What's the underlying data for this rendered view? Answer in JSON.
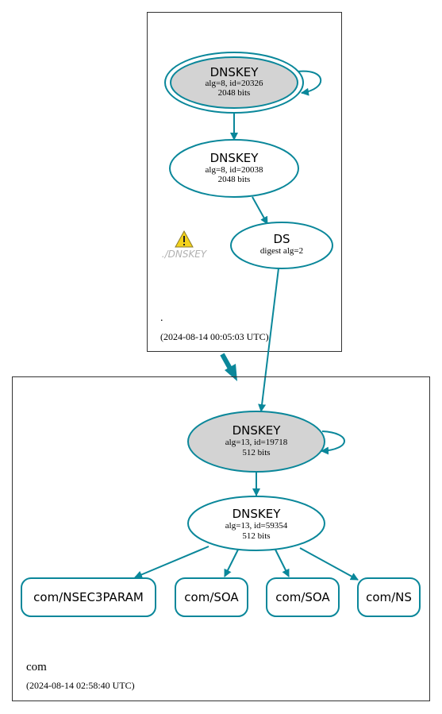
{
  "colors": {
    "edge": "#0a879a",
    "key_fill_ksk": "#d3d3d3",
    "node_fill": "#ffffff",
    "zone_border": "#333333",
    "warning_yellow": "#f3d21c",
    "warning_text": "#b0b0b0"
  },
  "root_zone": {
    "name": ".",
    "timestamp": "(2024-08-14 00:05:03 UTC)",
    "ksk": {
      "title": "DNSKEY",
      "line1": "alg=8, id=20326",
      "line2": "2048 bits"
    },
    "zsk": {
      "title": "DNSKEY",
      "line1": "alg=8, id=20038",
      "line2": "2048 bits"
    },
    "ds": {
      "title": "DS",
      "line1": "digest alg=2"
    },
    "warning": {
      "icon": "warning-triangle-icon",
      "label": "./DNSKEY"
    }
  },
  "com_zone": {
    "name": "com",
    "timestamp": "(2024-08-14 02:58:40 UTC)",
    "ksk": {
      "title": "DNSKEY",
      "line1": "alg=13, id=19718",
      "line2": "512 bits"
    },
    "zsk": {
      "title": "DNSKEY",
      "line1": "alg=13, id=59354",
      "line2": "512 bits"
    },
    "records": [
      "com/NSEC3PARAM",
      "com/SOA",
      "com/SOA",
      "com/NS"
    ]
  }
}
